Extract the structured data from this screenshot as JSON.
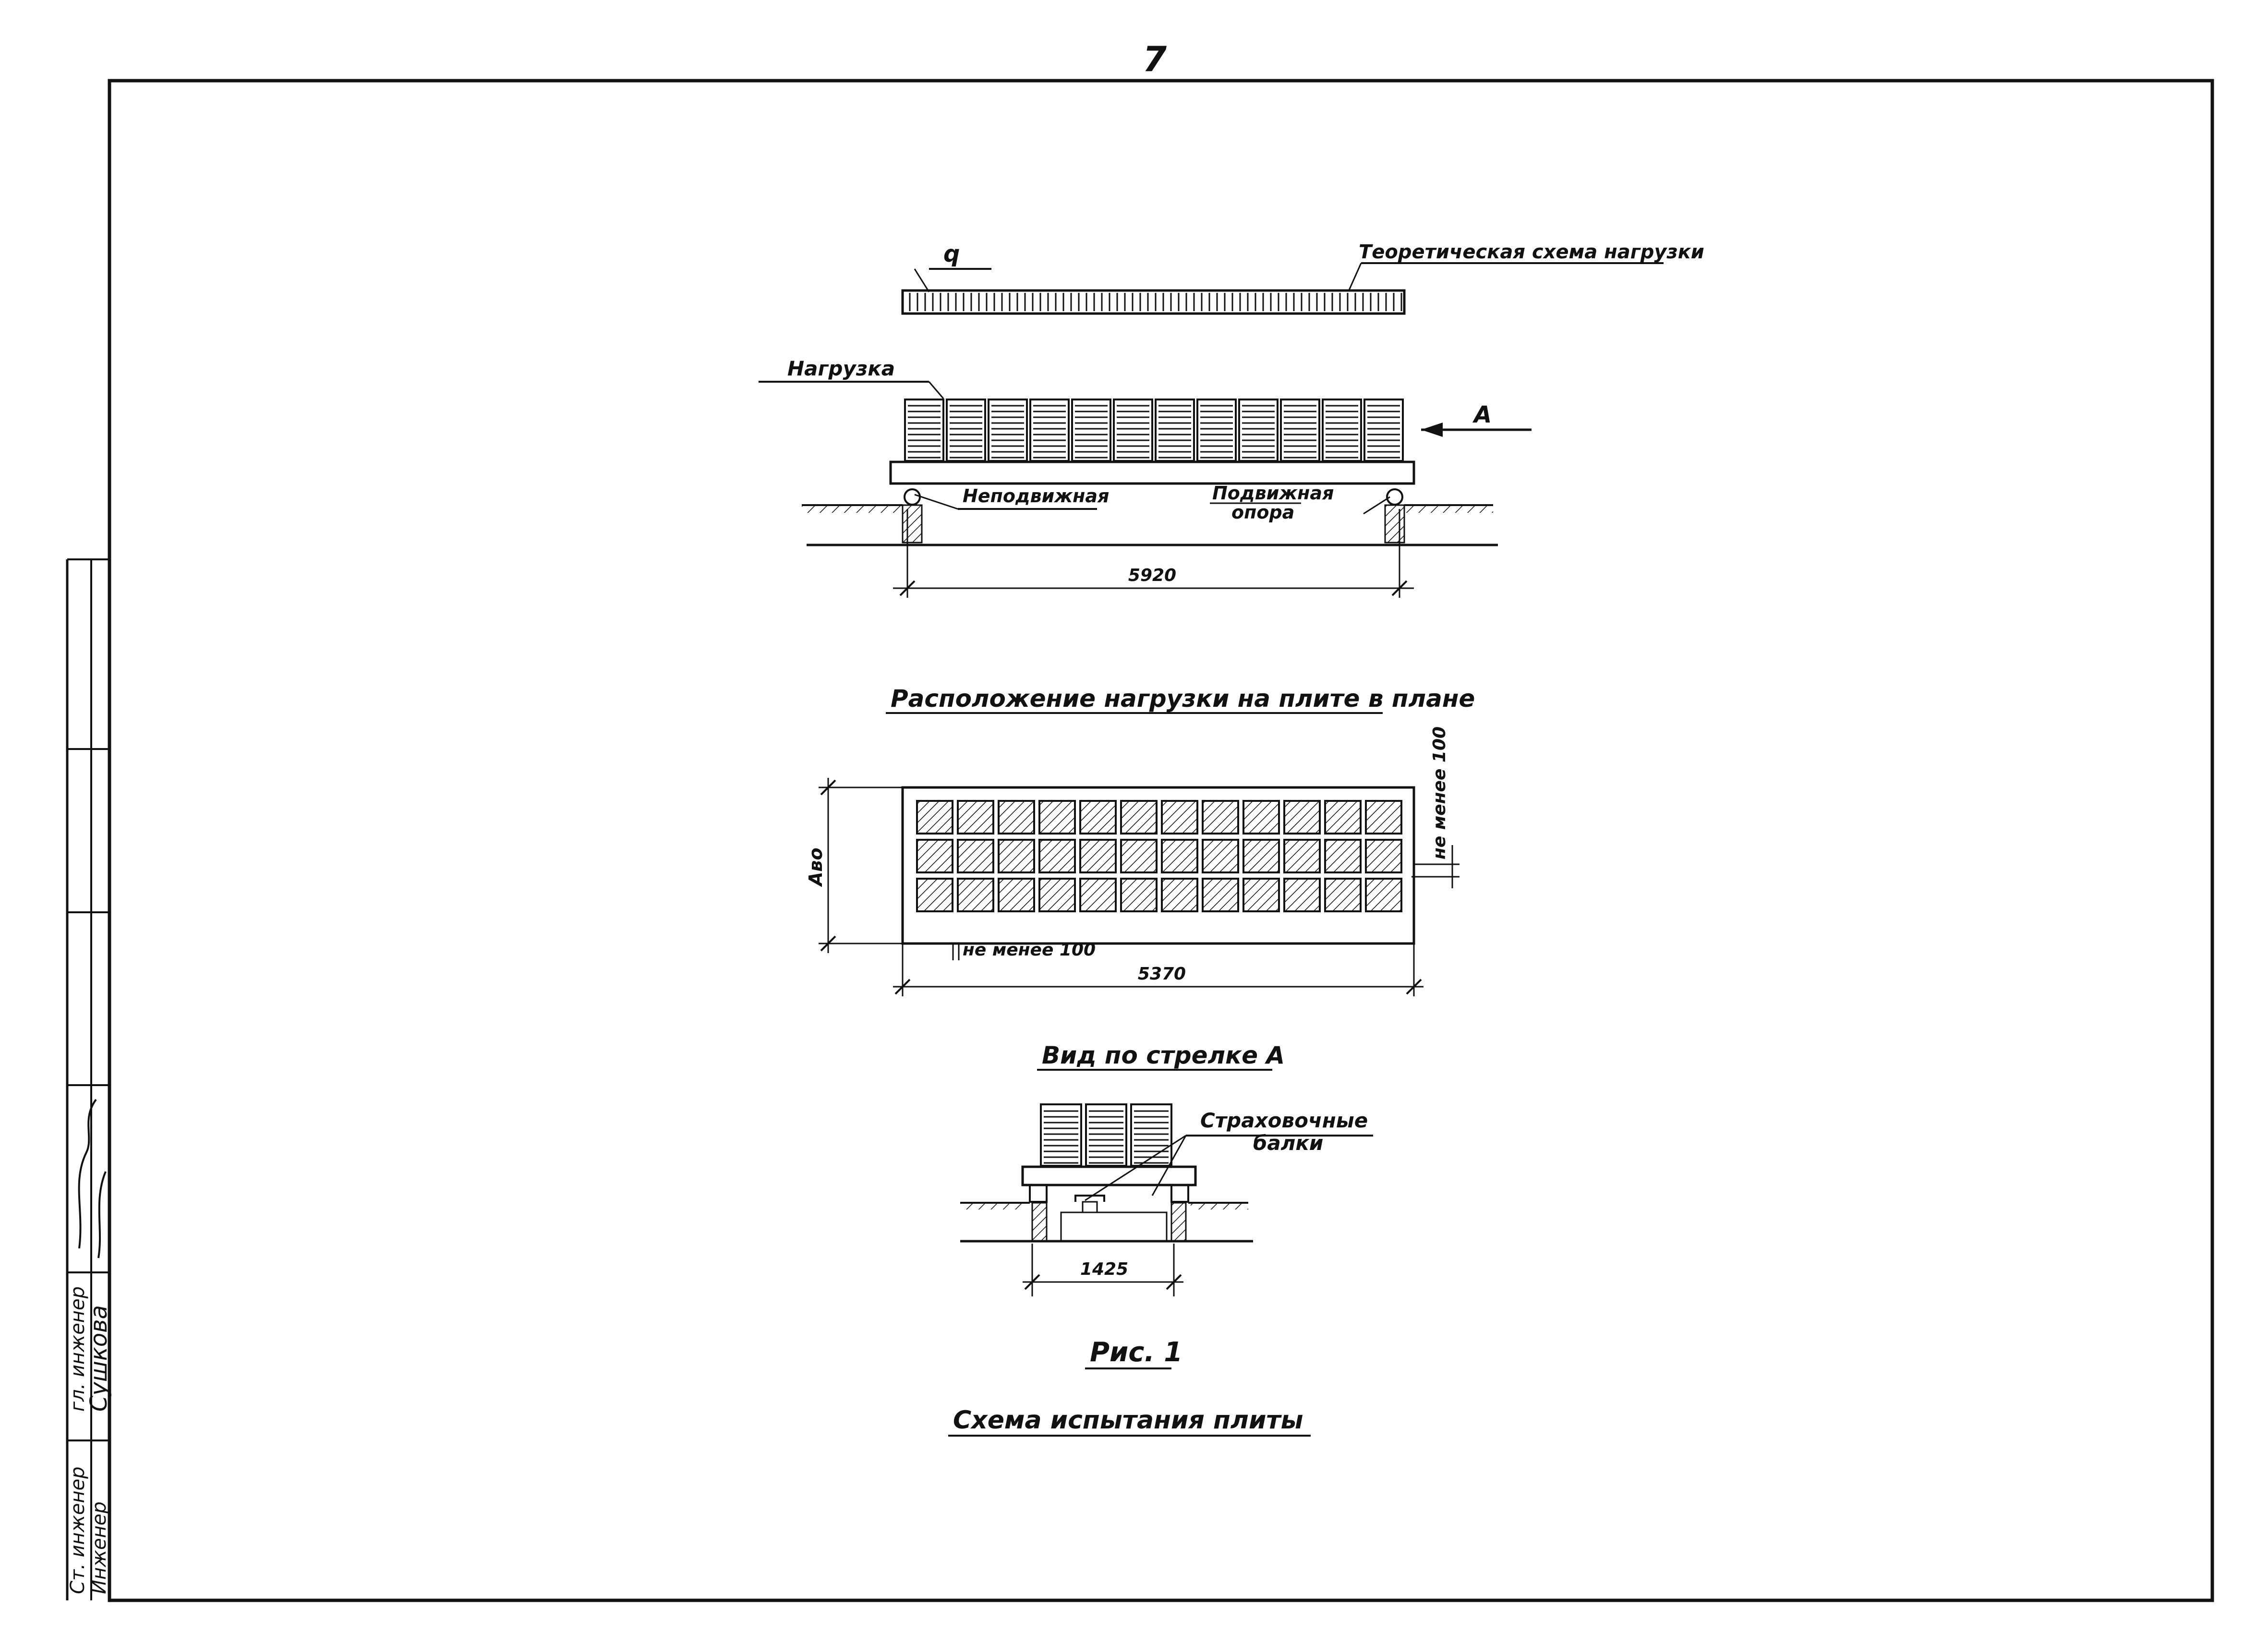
{
  "page_number": "7",
  "section1": {
    "q_label": "q",
    "theory_label": "Теоретическая схема нагрузки",
    "load_label": "Нагрузка",
    "arrow_label": "A",
    "fixed_support_label": "Неподвижная",
    "movable_support_label_1": "Подвижная",
    "movable_support_label_2": "опора",
    "span_dim": "5920"
  },
  "section2": {
    "title": "Расположение нагрузки на плите в плане",
    "height_dim": "Аво",
    "edge_note_right": "не менее 100",
    "edge_note_bottom": "не менее 100",
    "length_dim": "5370"
  },
  "section3": {
    "title": "Вид по стрелке А",
    "safety_label_1": "Страховочные",
    "safety_label_2": "балки",
    "width_dim": "1425"
  },
  "figure_caption": "Рис. 1",
  "figure_title": "Схема испытания плиты",
  "side_stamp": {
    "role_1": "Ст. инженер",
    "role_2": "Инженер",
    "name_1": "гл. инженер",
    "name_2": "Сушкова"
  }
}
